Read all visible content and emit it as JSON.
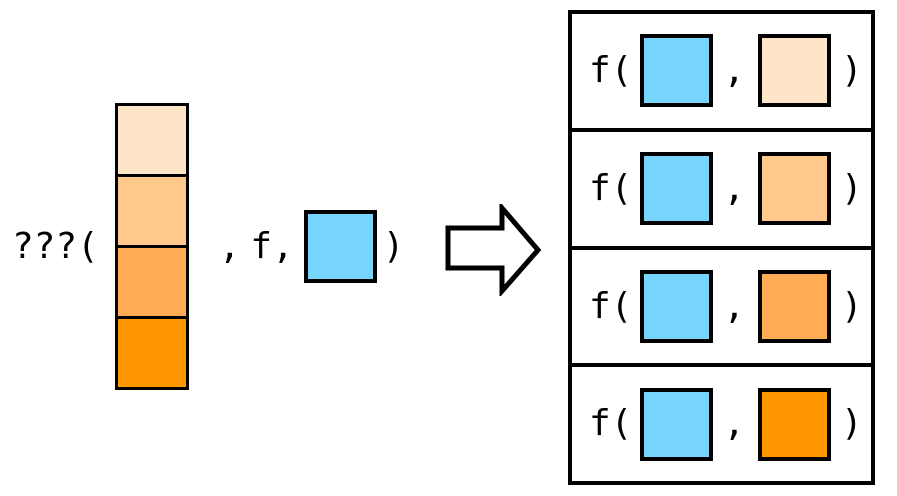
{
  "colors": {
    "background": "#ffffff",
    "outline": "#000000",
    "blue": "#77d4fb",
    "orange_shades": [
      "#ffe5c8",
      "#ffc98c",
      "#ffac55",
      "#ff9800"
    ]
  },
  "left_expression": {
    "open_label": "???(",
    "comma": ",",
    "f_arg_label": "f,",
    "close_paren": ")",
    "stack_cells": [
      {
        "color": "#ffe5c8"
      },
      {
        "color": "#ffc98c"
      },
      {
        "color": "#ffac55"
      },
      {
        "color": "#ff9800"
      }
    ],
    "blue_square_color": "#77d4fb"
  },
  "result_rows": [
    {
      "open": "f(",
      "comma": ",",
      "close": ")",
      "blue": "#77d4fb",
      "orange": "#ffe5c8"
    },
    {
      "open": "f(",
      "comma": ",",
      "close": ")",
      "blue": "#77d4fb",
      "orange": "#ffc98c"
    },
    {
      "open": "f(",
      "comma": ",",
      "close": ")",
      "blue": "#77d4fb",
      "orange": "#ffac55"
    },
    {
      "open": "f(",
      "comma": ",",
      "close": ")",
      "blue": "#77d4fb",
      "orange": "#ff9800"
    }
  ]
}
